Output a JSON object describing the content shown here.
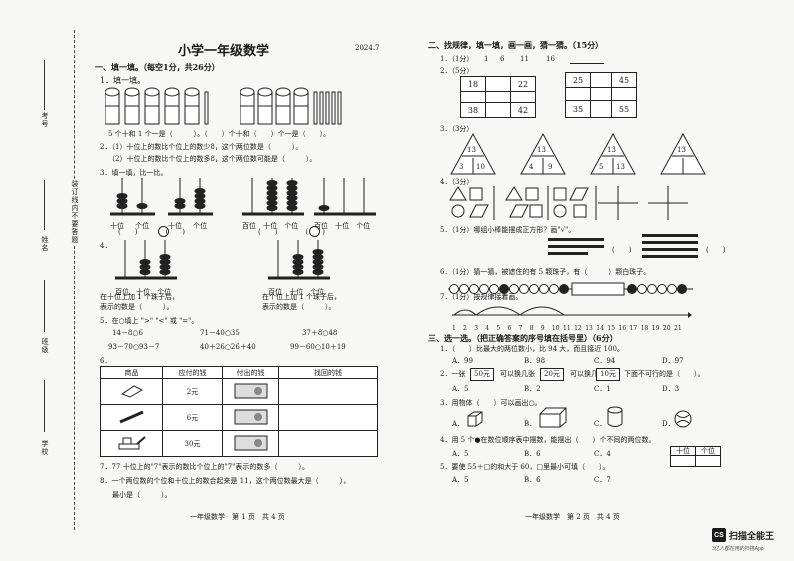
{
  "margin": {
    "label_id": "考号",
    "label_name": "姓名",
    "label_class": "班级",
    "label_school": "学校",
    "seal": "装订线内不要答题"
  },
  "page1": {
    "title": "小学一年级数学",
    "date": "2024.7",
    "section1_heading": "一、填一填。（每空1分，共26分）",
    "q1": "1．填一填。",
    "q1_line_a": "5 个十和 1 个一是（　　　）。（　　）个十和（　　）个一是（　　）。",
    "q2": "2．（1）十位上的数比个位上的数少8，这个两位数是（　　　）。",
    "q2b": "（2）十位上的数比个位上的数多8，这个两位数可能是（　　　）。",
    "q3": "3．填一填，比一比。",
    "abacus_labels": {
      "tens": "十位",
      "ones": "个位",
      "hundreds": "百位"
    },
    "q4": "4．",
    "q4_left_a": "在十位上加 1 个珠子后，",
    "q4_left_b": "表示的数是（　　　）。",
    "q4_right_a": "在个位上加 1 个珠子后，",
    "q4_right_b": "表示的数是（　　　）。",
    "q5": "5．在○填上 \">\" \"<\" 或 \"=\"。",
    "q5_items": [
      "14－8○6",
      "71－40○35",
      "37＋8○48",
      "93－70○93－7",
      "40＋26○26＋40",
      "99－60○10＋19"
    ],
    "q6": "6．",
    "q6_headers": [
      "商品",
      "应付的钱",
      "付出的钱",
      "找回的钱"
    ],
    "q6_prices": [
      "2元",
      "6元",
      "30元"
    ],
    "q7": "7．77 十位上的\"7\"表示的数比个位上的\"7\"表示的数多（　　　）。",
    "q8": "8．一个两位数的个位和十位上的数合起来是 11，这个两位数最大是（　　　），",
    "q8b": "最小是（　　　）。",
    "footer": "一年级数学　第 1 页　共 4 页"
  },
  "page2": {
    "section2_heading": "二、找规律，填一填，画一画，猜一猜。（15分）",
    "q1_label": "1．（1分）",
    "q1_seq": [
      "1",
      "6",
      "11",
      "16"
    ],
    "q2_label": "2．（5分）",
    "q2_grid_a": [
      "18",
      "22",
      "38",
      "42"
    ],
    "q2_grid_b": [
      "25",
      "45",
      "35",
      "55"
    ],
    "q3_label": "3．（3分）",
    "q3_tri": [
      [
        "13",
        "3",
        "10"
      ],
      [
        "13",
        "4",
        "9"
      ],
      [
        "13",
        "5",
        "13"
      ],
      [
        "13",
        "",
        ""
      ]
    ],
    "q4_label": "4．（3分）",
    "q5_text": "5．（1分）哪组小棒能摆成正方形？画\"√\"。",
    "q6_text": "6．（1分）猜一猜，被遮住的有 5 颗珠子，有（　　　）颗白珠子。",
    "q7_text": "7．（1分）按规律接着画。",
    "number_line": [
      "1",
      "2",
      "3",
      "4",
      "5",
      "6",
      "7",
      "8",
      "9",
      "10",
      "11",
      "12",
      "13",
      "14",
      "15",
      "16",
      "17",
      "18",
      "19",
      "20",
      "21"
    ],
    "section3_heading": "三、选一选。（把正确答案的序号填在括号里）（6分）",
    "s3_q1": "1．（　　）比最大的两位数小，比 94 大，而且接近 100。",
    "s3_q1_opts": [
      "A．99",
      "B．98",
      "C．94",
      "D．97"
    ],
    "s3_q2": "2．一张",
    "s3_q2_mid1": "可以换几张",
    "s3_q2_mid2": "下面不可行的是（　　）。",
    "s3_q2_notes": [
      "50元",
      "20元",
      "10元"
    ],
    "s3_q2_opts": [
      "A．5",
      "B．2",
      "C．1",
      "D．3"
    ],
    "s3_q3": "3．用物体（　　）可以画出○。",
    "s3_q3_opts": [
      "A．",
      "B．",
      "C．",
      "D．"
    ],
    "s3_q4": "4．用 5 个●在数位顺序表中摆数，能摆出（　　）个不同的两位数。",
    "s3_q4_table": [
      "十位",
      "个位"
    ],
    "s3_q4_opts": [
      "A．5",
      "B．6",
      "C．4"
    ],
    "s3_q5": "5．要使 55＋□的和大于 60，□里最小可填（　　）。",
    "s3_q5_opts": [
      "A．5",
      "B．6",
      "C．7"
    ],
    "footer": "一年级数学　第 2 页　共 4 页"
  },
  "watermark": {
    "logo": "CS",
    "name": "扫描全能王",
    "sub": "3亿人都在用的扫描App"
  }
}
